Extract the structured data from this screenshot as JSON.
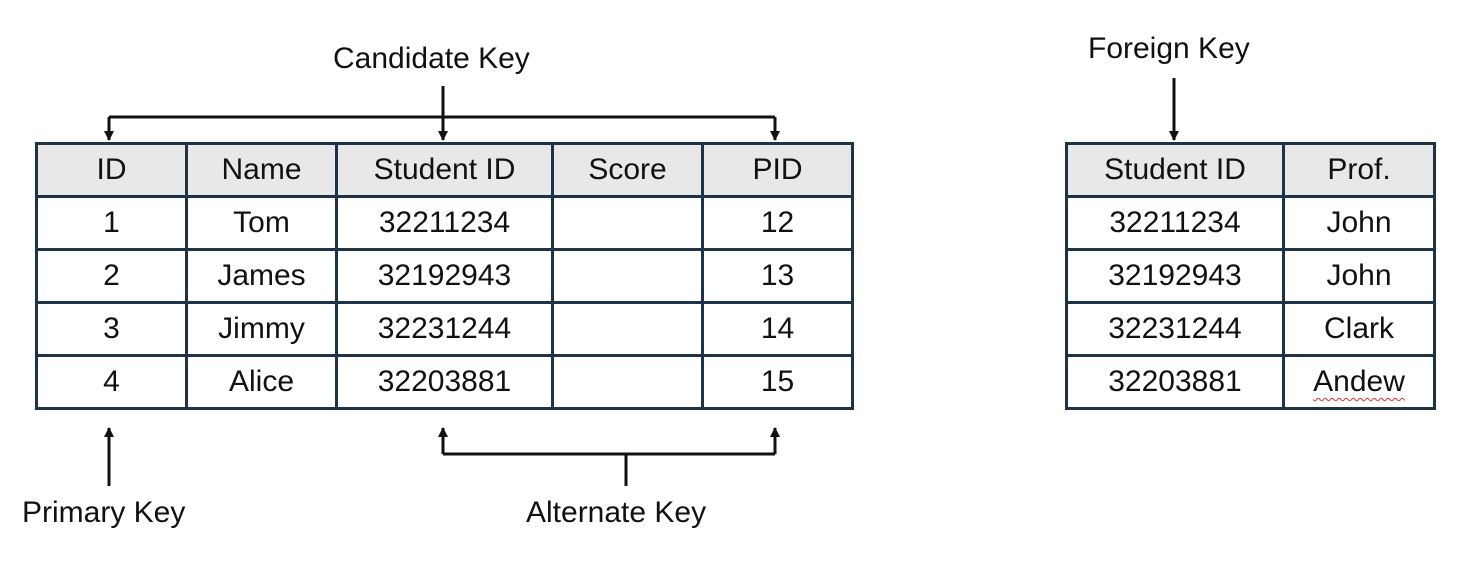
{
  "labels": {
    "candidate_key": "Candidate Key",
    "primary_key": "Primary Key",
    "alternate_key": "Alternate Key",
    "foreign_key": "Foreign Key"
  },
  "students_table": {
    "headers": [
      "ID",
      "Name",
      "Student ID",
      "Score",
      "PID"
    ],
    "rows": [
      [
        "1",
        "Tom",
        "32211234",
        "",
        "12"
      ],
      [
        "2",
        "James",
        "32192943",
        "",
        "13"
      ],
      [
        "3",
        "Jimmy",
        "32231244",
        "",
        "14"
      ],
      [
        "4",
        "Alice",
        "32203881",
        "",
        "15"
      ]
    ]
  },
  "prof_table": {
    "headers": [
      "Student ID",
      "Prof."
    ],
    "rows": [
      [
        "32211234",
        "John"
      ],
      [
        "32192943",
        "John"
      ],
      [
        "32231244",
        "Clark"
      ],
      [
        "32203881",
        "Andew"
      ]
    ]
  },
  "colors": {
    "table_border": "#1f3347",
    "header_fill": "#e8e8e8",
    "arrow": "#111111",
    "spellcheck_underline": "#d33333"
  }
}
